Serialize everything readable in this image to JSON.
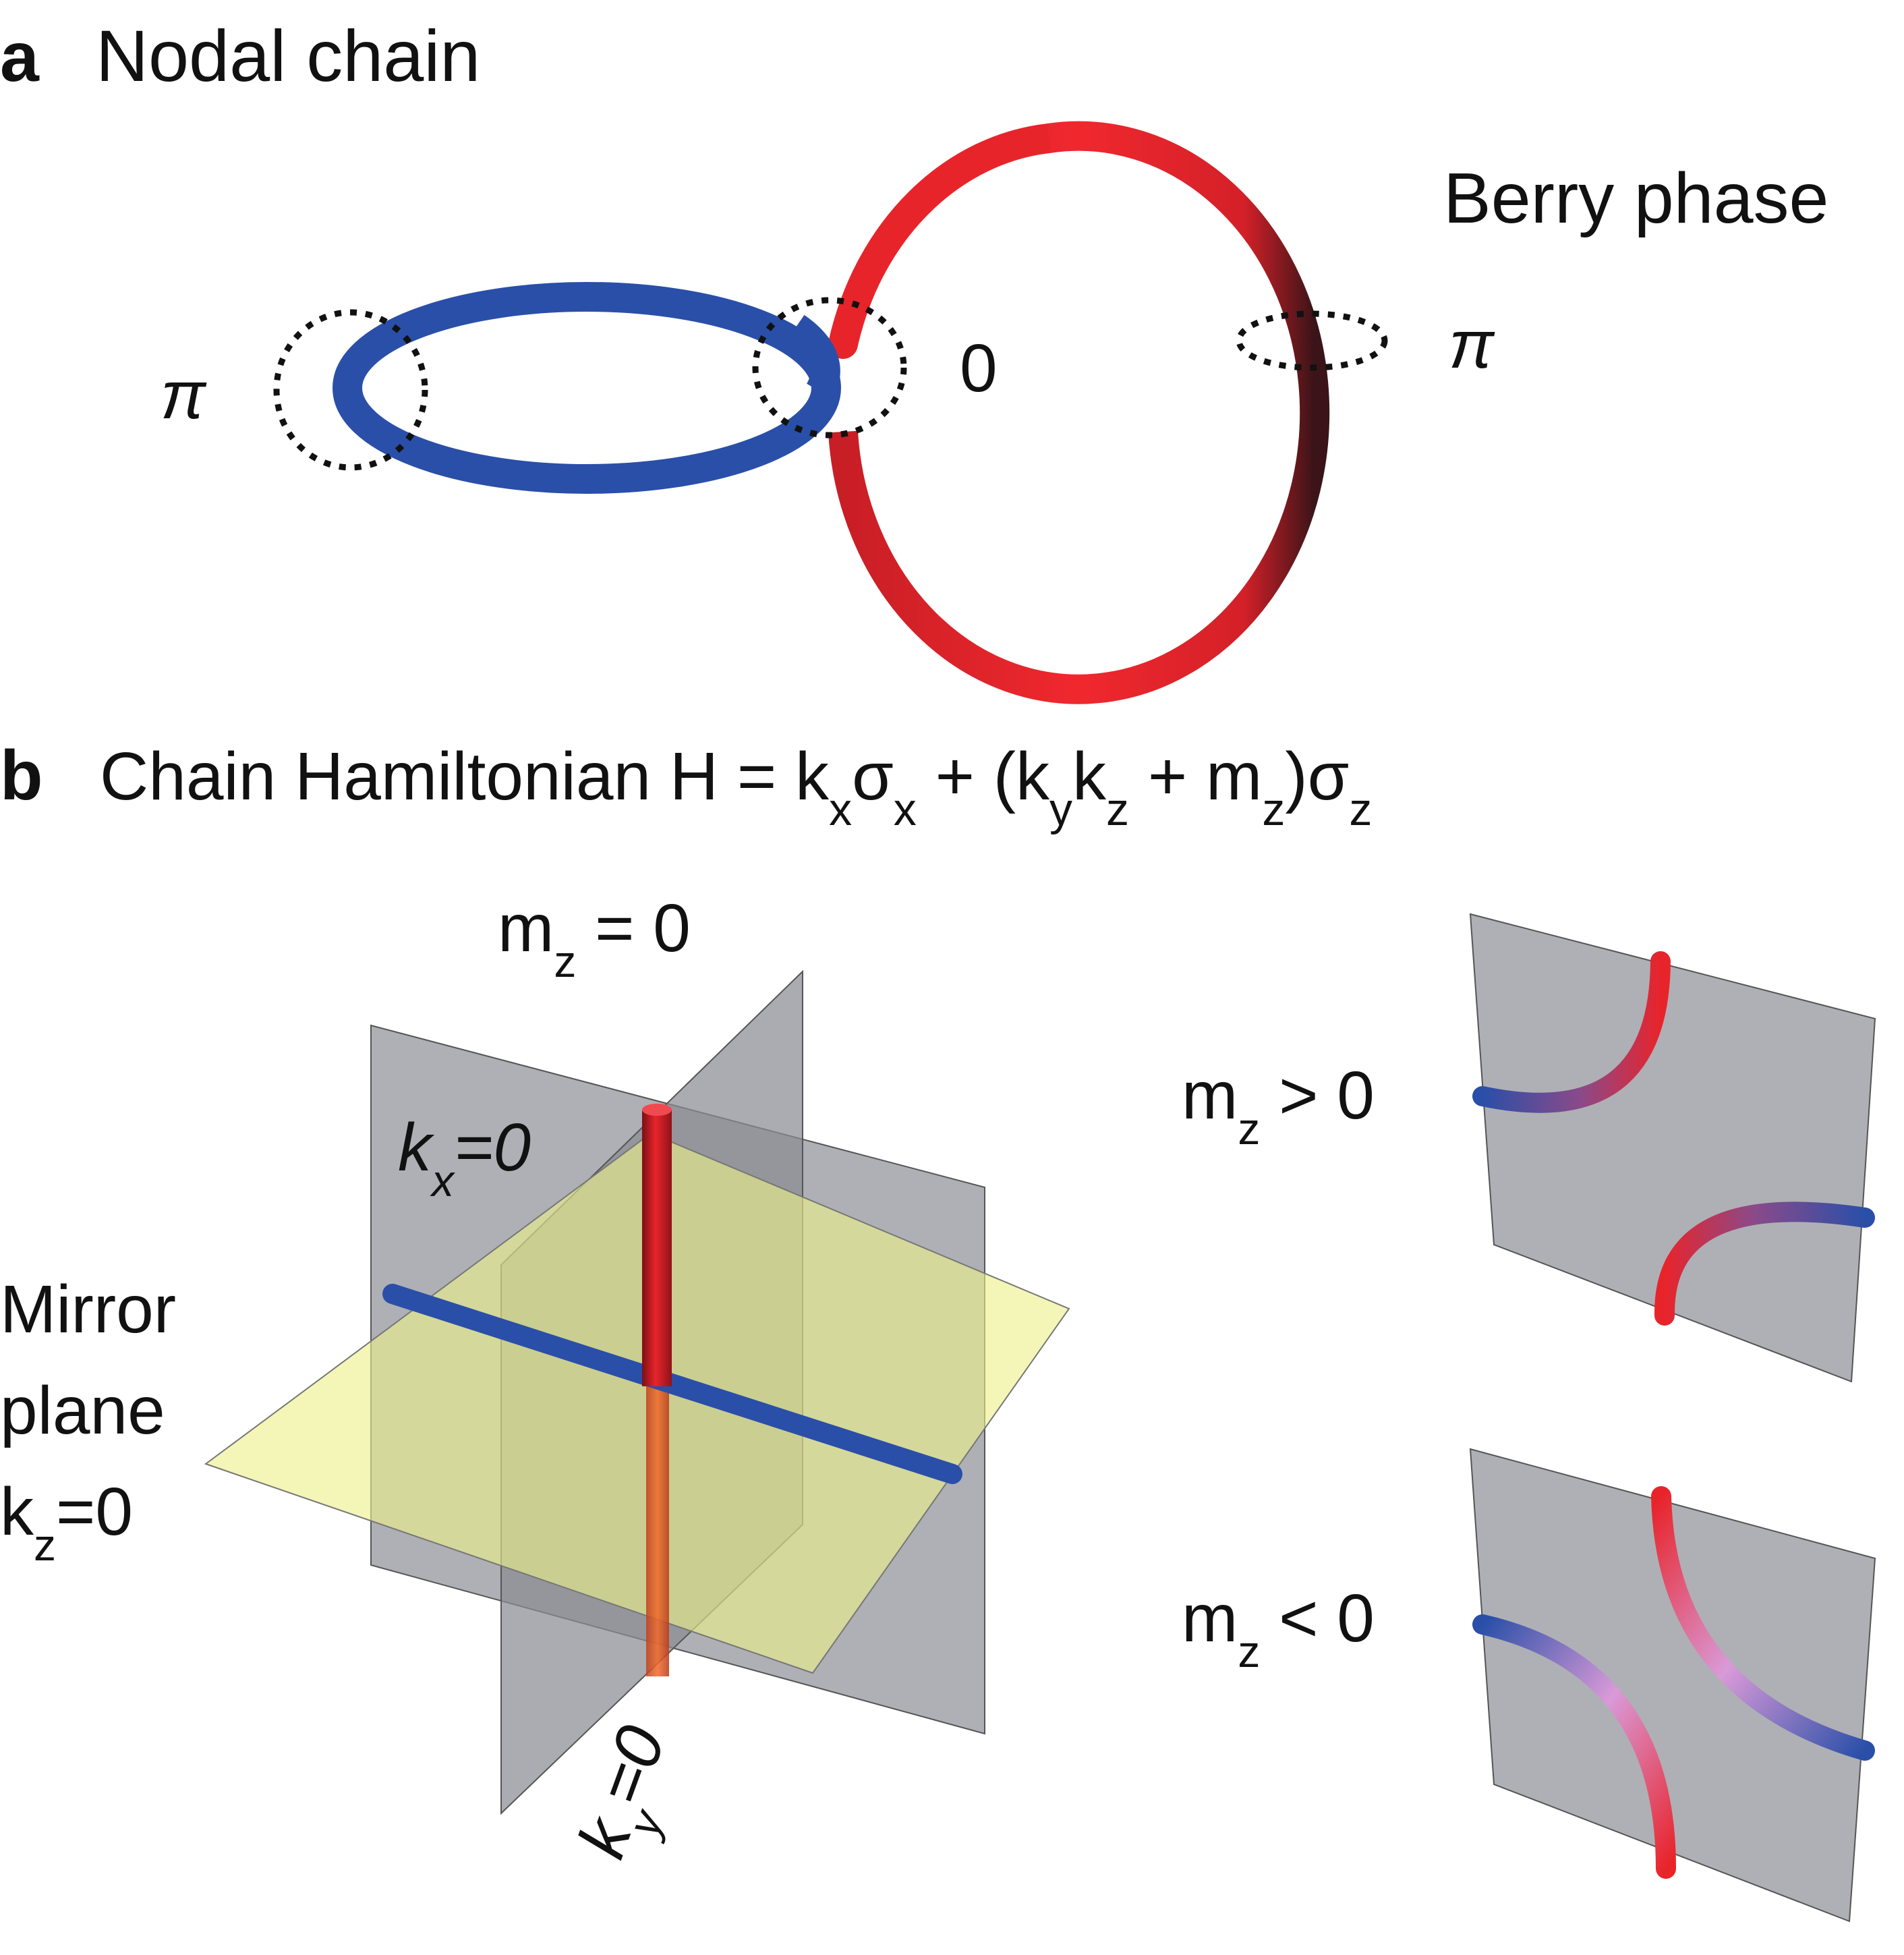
{
  "panel_a": {
    "letter": "a",
    "title": "Nodal chain",
    "berry_phase_label": "Berry phase",
    "phase_left": "π",
    "phase_center": "0",
    "phase_right": "π"
  },
  "panel_b": {
    "letter": "b",
    "title_main": "Chain Hamiltonian H = k",
    "title_sub_x1": "x",
    "title_sigma1": "σ",
    "title_sub_x2": "x",
    "title_plus": " + (k",
    "title_sub_y": "y",
    "title_k": "k",
    "title_sub_z1": "z",
    "title_plus2": " + m",
    "title_sub_z2": "z",
    "title_close": ")σ",
    "title_sub_z3": "z",
    "mz_zero": {
      "m": "m",
      "sub": "z",
      "rest": " = 0"
    },
    "kx_label": {
      "k": "k",
      "sub": "x",
      "rest": "=0"
    },
    "ky_label": {
      "k": "k",
      "sub": "y",
      "rest": "=0"
    },
    "mirror_label": [
      "Mirror",
      "plane"
    ],
    "kz_label": {
      "k": "k",
      "sub": "z",
      "rest": "=0"
    },
    "mz_pos": {
      "m": "m",
      "sub": "z",
      "rest": " > 0"
    },
    "mz_neg": {
      "m": "m",
      "sub": "z",
      "rest": " < 0"
    }
  },
  "colors": {
    "red": "#e8242b",
    "blue": "#2a4fa8",
    "gray_plane": "#9a9ca3",
    "yellow_plane": "#eef08a"
  }
}
